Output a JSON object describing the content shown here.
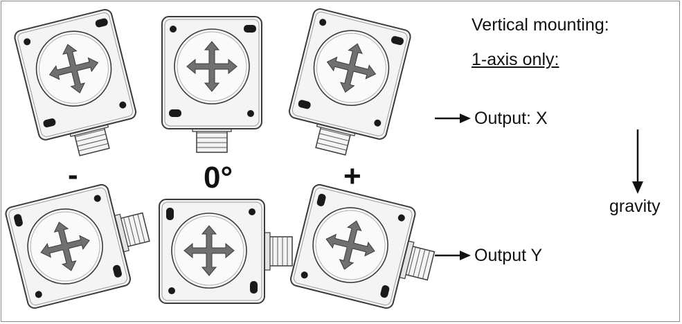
{
  "diagram": {
    "heading": "Vertical mounting:",
    "subheading": "1-axis only:",
    "signs": {
      "minus": "-",
      "zero": "0°",
      "plus": "+"
    },
    "outputs": {
      "x": "Output: X",
      "y": "Output Y"
    },
    "gravity": "gravity"
  },
  "sensors": [
    {
      "row": "top",
      "tilt": "minus",
      "connector": "bottom"
    },
    {
      "row": "top",
      "tilt": "zero",
      "connector": "bottom"
    },
    {
      "row": "top",
      "tilt": "plus",
      "connector": "bottom"
    },
    {
      "row": "bottom",
      "tilt": "minus",
      "connector": "right"
    },
    {
      "row": "bottom",
      "tilt": "zero",
      "connector": "right"
    },
    {
      "row": "bottom",
      "tilt": "plus",
      "connector": "right"
    }
  ],
  "colors": {
    "body_fill": "#f4f4f4",
    "body_stroke": "#3a3a3a",
    "arrow_fill": "#707070",
    "hole_fill": "#1a1a1a",
    "text": "#111111"
  }
}
